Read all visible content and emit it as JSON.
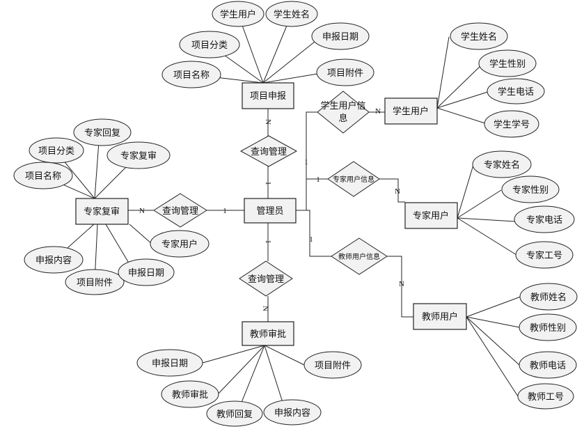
{
  "entities": {
    "admin": "管理员",
    "project_apply": "项目申报",
    "expert_review": "专家复审",
    "teacher_approval": "教师审批",
    "student_user": "学生用户",
    "expert_user": "专家用户",
    "teacher_user": "教师用户"
  },
  "relationships": {
    "query_top": "查询管理",
    "query_left": "查询管理",
    "query_bottom": "查询管理",
    "student_info_line1": "学生用户信",
    "student_info_line2": "息",
    "expert_info": "专家用户信息",
    "teacher_info": "教师用户信息"
  },
  "attributes": {
    "project_apply": [
      "学生用户",
      "学生姓名",
      "项目分类",
      "申报日期",
      "项目名称",
      "项目附件"
    ],
    "expert_review": [
      "专家回复",
      "项目分类",
      "专家复审",
      "项目名称",
      "专家用户",
      "申报内容",
      "项目附件",
      "申报日期"
    ],
    "teacher_approval": [
      "申报日期",
      "项目附件",
      "教师审批",
      "教师回复",
      "申报内容"
    ],
    "student_user": [
      "学生姓名",
      "学生性别",
      "学生电话",
      "学生学号"
    ],
    "expert_user": [
      "专家姓名",
      "专家性别",
      "专家电话",
      "专家工号"
    ],
    "teacher_user": [
      "教师姓名",
      "教师性别",
      "教师电话",
      "教师工号"
    ]
  },
  "cardinality": {
    "one": "1",
    "many": "N"
  }
}
